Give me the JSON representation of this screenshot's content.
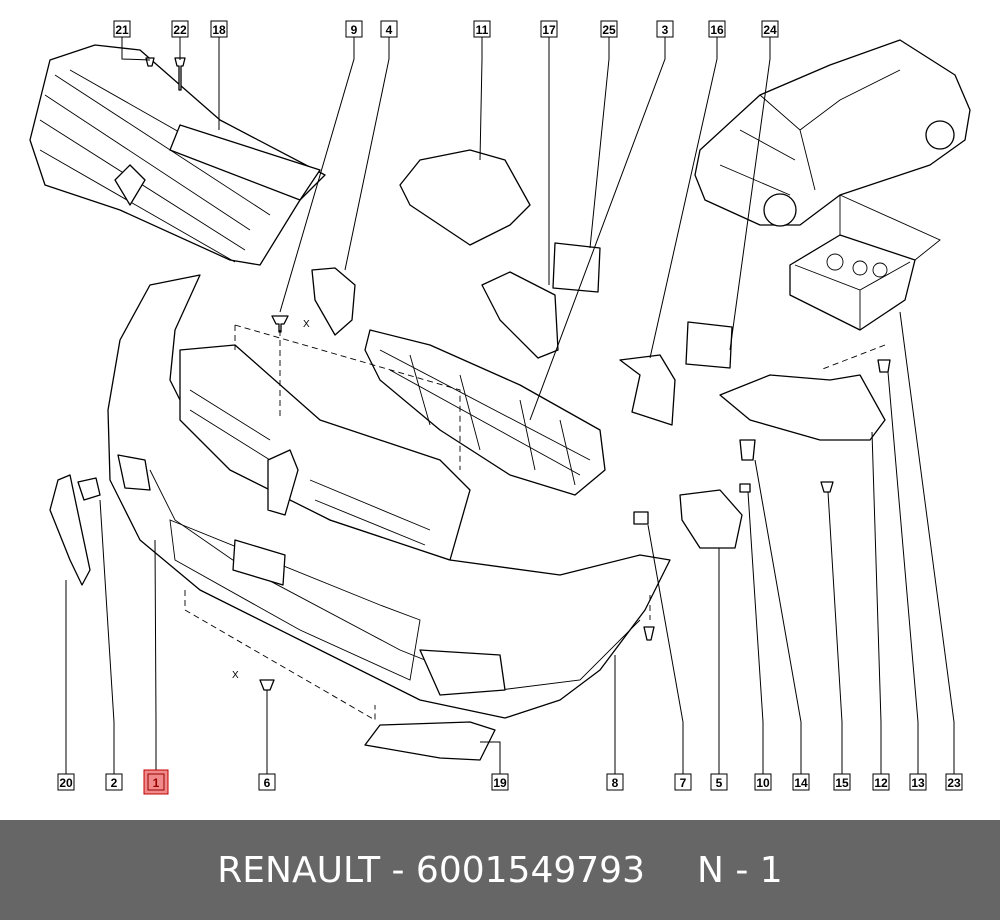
{
  "diagram": {
    "callouts_top": [
      "21",
      "22",
      "18",
      "9",
      "4",
      "11",
      "17",
      "25",
      "3",
      "16",
      "24"
    ],
    "callouts_bottom": [
      "20",
      "2",
      "1",
      "6",
      "19",
      "8",
      "7",
      "5",
      "10",
      "14",
      "15",
      "12",
      "13",
      "23"
    ],
    "highlighted": "1",
    "dimension_marks": [
      "X",
      "X"
    ],
    "highlight_color": "#f08a8a"
  },
  "footer": {
    "brand_part": "RENAULT - 6001549793",
    "quantity": "N - 1",
    "background": "#666666"
  }
}
